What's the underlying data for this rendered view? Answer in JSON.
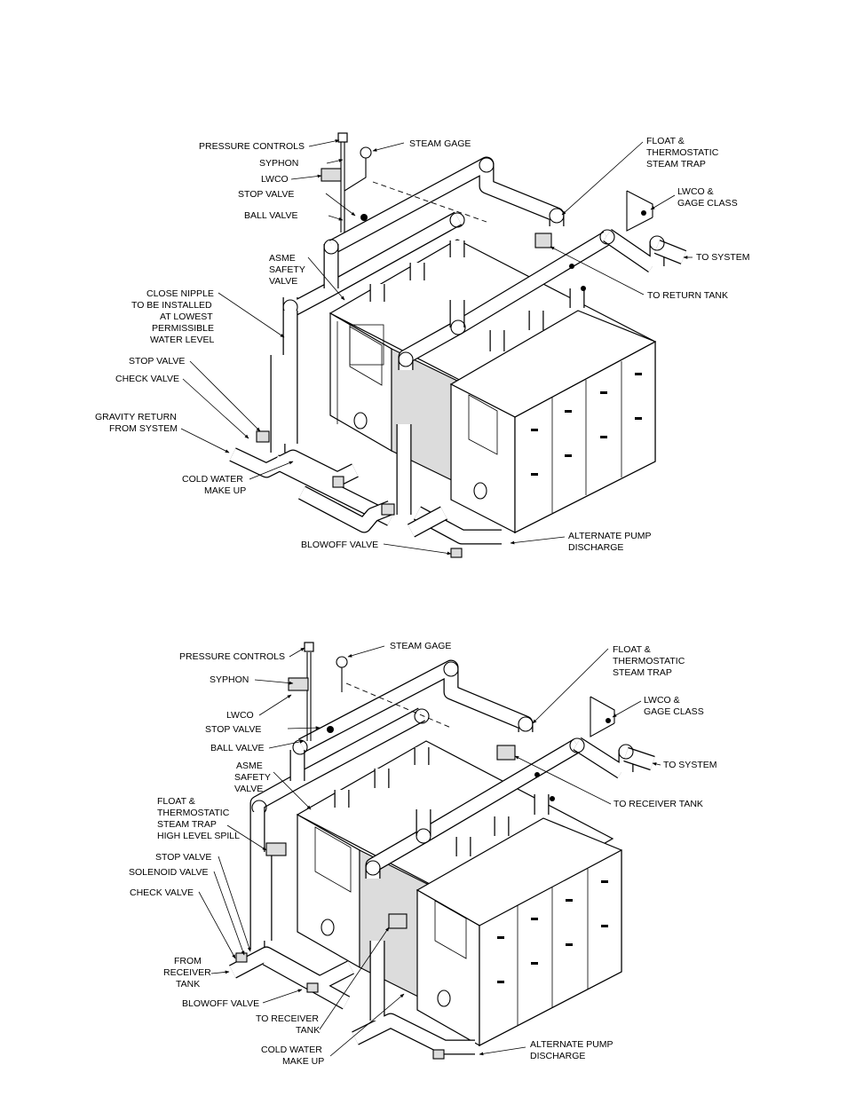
{
  "top_diagram": {
    "labels": {
      "pressure_controls": "PRESSURE CONTROLS",
      "syphon": "SYPHON",
      "lwco": "LWCO",
      "stop_valve": "STOP VALVE",
      "ball_valve": "BALL VALVE",
      "steam_gage": "STEAM GAGE",
      "float_trap_1": "FLOAT &",
      "float_trap_2": "THERMOSTATIC",
      "float_trap_3": "STEAM TRAP",
      "lwco_gage_1": "LWCO &",
      "lwco_gage_2": "GAGE CLASS",
      "to_system": "TO SYSTEM",
      "to_return_tank": "TO RETURN TANK",
      "asme_1": "ASME",
      "asme_2": "SAFETY",
      "asme_3": "VALVE",
      "close_nipple_1": "CLOSE NIPPLE",
      "close_nipple_2": "TO BE INSTALLED",
      "close_nipple_3": "AT LOWEST",
      "close_nipple_4": "PERMISSIBLE",
      "close_nipple_5": "WATER LEVEL",
      "stop_valve_2": "STOP VALVE",
      "check_valve": "CHECK VALVE",
      "gravity_return_1": "GRAVITY RETURN",
      "gravity_return_2": "FROM SYSTEM",
      "cold_water_1": "COLD WATER",
      "cold_water_2": "MAKE UP",
      "blowoff_valve": "BLOWOFF VALVE",
      "alt_pump_1": "ALTERNATE PUMP",
      "alt_pump_2": "DISCHARGE"
    }
  },
  "bottom_diagram": {
    "labels": {
      "pressure_controls": "PRESSURE CONTROLS",
      "syphon": "SYPHON",
      "lwco": "LWCO",
      "stop_valve": "STOP VALVE",
      "ball_valve": "BALL VALVE",
      "steam_gage": "STEAM GAGE",
      "float_trap_1": "FLOAT &",
      "float_trap_2": "THERMOSTATIC",
      "float_trap_3": "STEAM TRAP",
      "lwco_gage_1": "LWCO &",
      "lwco_gage_2": "GAGE CLASS",
      "to_system": "TO SYSTEM",
      "to_receiver_tank": "TO RECEIVER TANK",
      "asme_1": "ASME",
      "asme_2": "SAFETY",
      "asme_3": "VALVE",
      "float_spill_1": "FLOAT &",
      "float_spill_2": "THERMOSTATIC",
      "float_spill_3": "STEAM TRAP",
      "float_spill_4": "HIGH LEVEL SPILL",
      "stop_valve_2": "STOP VALVE",
      "solenoid_valve": "SOLENOID VALVE",
      "check_valve": "CHECK VALVE",
      "from_receiver_1": "FROM",
      "from_receiver_2": "RECEIVER",
      "from_receiver_3": "TANK",
      "blowoff_valve": "BLOWOFF VALVE",
      "to_receiver_tank_2a": "TO RECEIVER",
      "to_receiver_tank_2b": "TANK",
      "cold_water_1": "COLD WATER",
      "cold_water_2": "MAKE UP",
      "alt_pump_1": "ALTERNATE PUMP",
      "alt_pump_2": "DISCHARGE"
    }
  }
}
